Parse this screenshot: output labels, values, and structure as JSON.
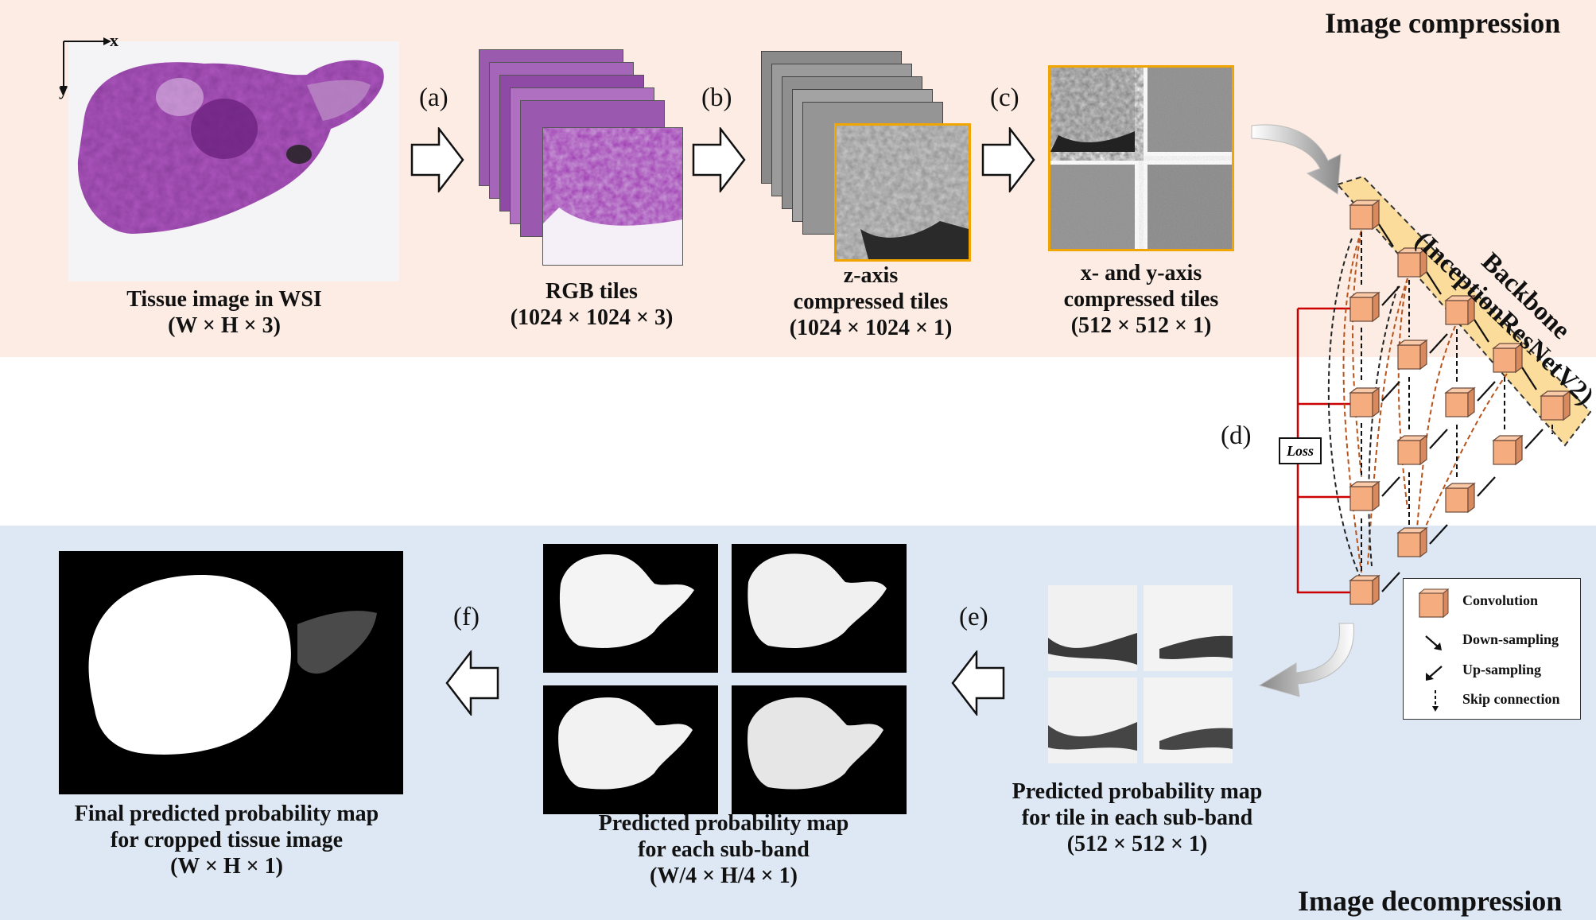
{
  "sections": {
    "compression": "Image compression",
    "decompression": "Image decompression"
  },
  "steps": [
    "(a)",
    "(b)",
    "(c)",
    "(d)",
    "(e)",
    "(f)"
  ],
  "axes": {
    "x": "x",
    "y": "y"
  },
  "captions": {
    "wsi": [
      "Tissue image in WSI",
      "(W × H × 3)"
    ],
    "rgb": [
      "RGB tiles",
      "(1024 × 1024 × 3)"
    ],
    "z_axis": [
      "z-axis",
      "compressed tiles",
      "(1024 × 1024 × 1)"
    ],
    "xy_axis": [
      "x- and y-axis",
      "compressed tiles",
      "(512 × 512 × 1)"
    ],
    "tile_map": [
      "Predicted probability map",
      "for tile in each sub-band",
      "(512 × 512 × 1)"
    ],
    "subband": [
      "Predicted probability map",
      "for each sub-band",
      "(W/4 × H/4 × 1)"
    ],
    "final": [
      "Final predicted probability map",
      "for cropped tissue image",
      "(W × H × 1)"
    ]
  },
  "backbone": {
    "title": "Backbone",
    "model": "(InceptionResNetV2)"
  },
  "loss_label": "Loss",
  "legend": {
    "convolution": "Convolution",
    "down_sampling": "Down-sampling",
    "up_sampling": "Up-sampling",
    "skip_connection": "Skip connection"
  },
  "colors": {
    "compression_bg": "#fcece3",
    "decompression_bg": "#dde8f4",
    "conv_block": "#f5ad80",
    "backbone_band": "#fbdc9a",
    "highlight_border": "#f0a500",
    "loss_line": "#cc0000",
    "skip_curve": "#b8531b"
  },
  "icons": [
    "right-arrow-icon",
    "left-arrow-icon",
    "curved-arrow-icon"
  ]
}
